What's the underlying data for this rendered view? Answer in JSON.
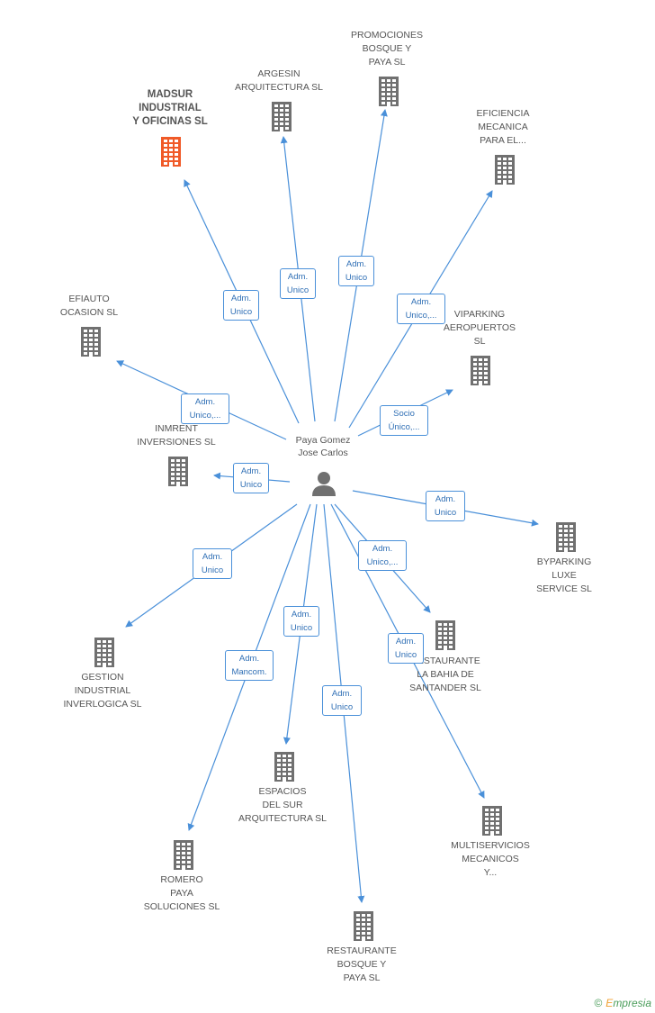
{
  "center": {
    "name": "Paya Gomez\nJose Carlos",
    "icon": "person-icon"
  },
  "colors": {
    "edge": "#4a90d9",
    "building": "#707070",
    "highlight": "#f05a28"
  },
  "nodes": [
    {
      "id": "madsur",
      "label": "MADSUR\nINDUSTRIAL\nY OFICINAS SL",
      "highlight": true,
      "edge_label": "Adm.\nUnico"
    },
    {
      "id": "argesin",
      "label": "ARGESIN\nARQUITECTURA SL",
      "edge_label": "Adm.\nUnico"
    },
    {
      "id": "promociones",
      "label": "PROMOCIONES\nBOSQUE Y\nPAYA SL",
      "edge_label": "Adm.\nUnico"
    },
    {
      "id": "eficiencia",
      "label": "EFICIENCIA\nMECANICA\nPARA EL...",
      "edge_label": "Adm.\nUnico,..."
    },
    {
      "id": "efiauto",
      "label": "EFIAUTO\nOCASION SL",
      "edge_label": "Adm.\nUnico,..."
    },
    {
      "id": "viparking",
      "label": "VIPARKING\nAEROPUERTOS\nSL",
      "edge_label": "Socio\nÚnico,..."
    },
    {
      "id": "inmrent",
      "label": "INMRENT\nINVERSIONES SL",
      "edge_label": "Adm.\nUnico"
    },
    {
      "id": "byparking",
      "label": "BYPARKING\nLUXE\nSERVICE SL",
      "edge_label": "Adm.\nUnico"
    },
    {
      "id": "gestion",
      "label": "GESTION\nINDUSTRIAL\nINVERLOGICA SL",
      "edge_label": "Adm.\nUnico"
    },
    {
      "id": "bahia",
      "label": "RESTAURANTE\nLA BAHIA DE\nSANTANDER  SL",
      "edge_label": "Adm.\nUnico,..."
    },
    {
      "id": "espacios",
      "label": "ESPACIOS\nDEL SUR\nARQUITECTURA SL",
      "edge_label": "Adm.\nUnico"
    },
    {
      "id": "romero",
      "label": "ROMERO\nPAYA\nSOLUCIONES  SL",
      "edge_label": "Adm.\nMancom."
    },
    {
      "id": "multiservicios",
      "label": "MULTISERVICIOS\nMECANICOS\nY...",
      "edge_label": "Adm.\nUnico"
    },
    {
      "id": "restbosque",
      "label": "RESTAURANTE\nBOSQUE Y\nPAYA SL",
      "edge_label": "Adm.\nUnico"
    }
  ],
  "footer": {
    "copyright": "©",
    "brand_first": "E",
    "brand_rest": "mpresia"
  }
}
